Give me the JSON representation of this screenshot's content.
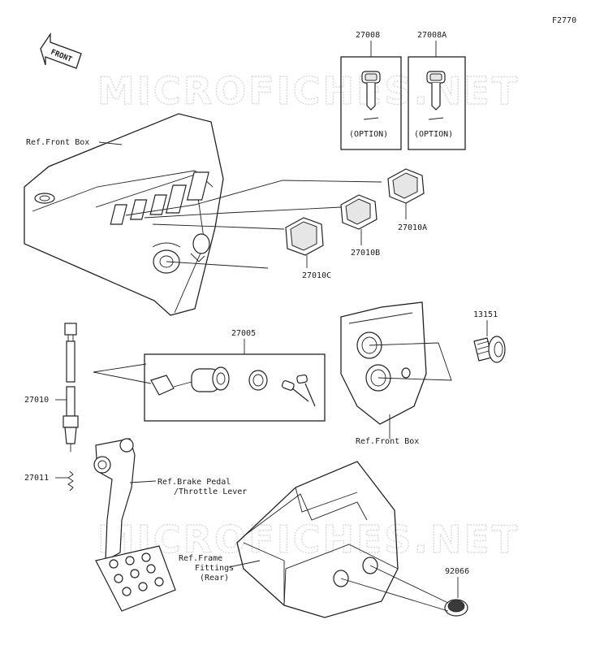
{
  "diagram_id": "F2770",
  "watermarks": [
    "MICROFICHES.NET",
    "MICROFICHES.NET"
  ],
  "direction": "FRONT",
  "parts": {
    "key": "27008",
    "key_a": "27008A",
    "switch_a": "27010A",
    "switch_b": "27010B",
    "switch_c": "27010C",
    "ignition_switch": "27005",
    "socket": "13151",
    "brake_switch": "27010",
    "spring": "27011",
    "cap": "92066"
  },
  "option_label": "(OPTION)",
  "refs": {
    "front_box_top": "Ref.Front Box",
    "front_box_bottom": "Ref.Front Box",
    "brake_pedal_line1": "Ref.Brake Pedal",
    "brake_pedal_line2": "/Throttle Lever",
    "frame_line1": "Ref.Frame",
    "frame_line2": "Fittings",
    "frame_line3": "(Rear)"
  }
}
